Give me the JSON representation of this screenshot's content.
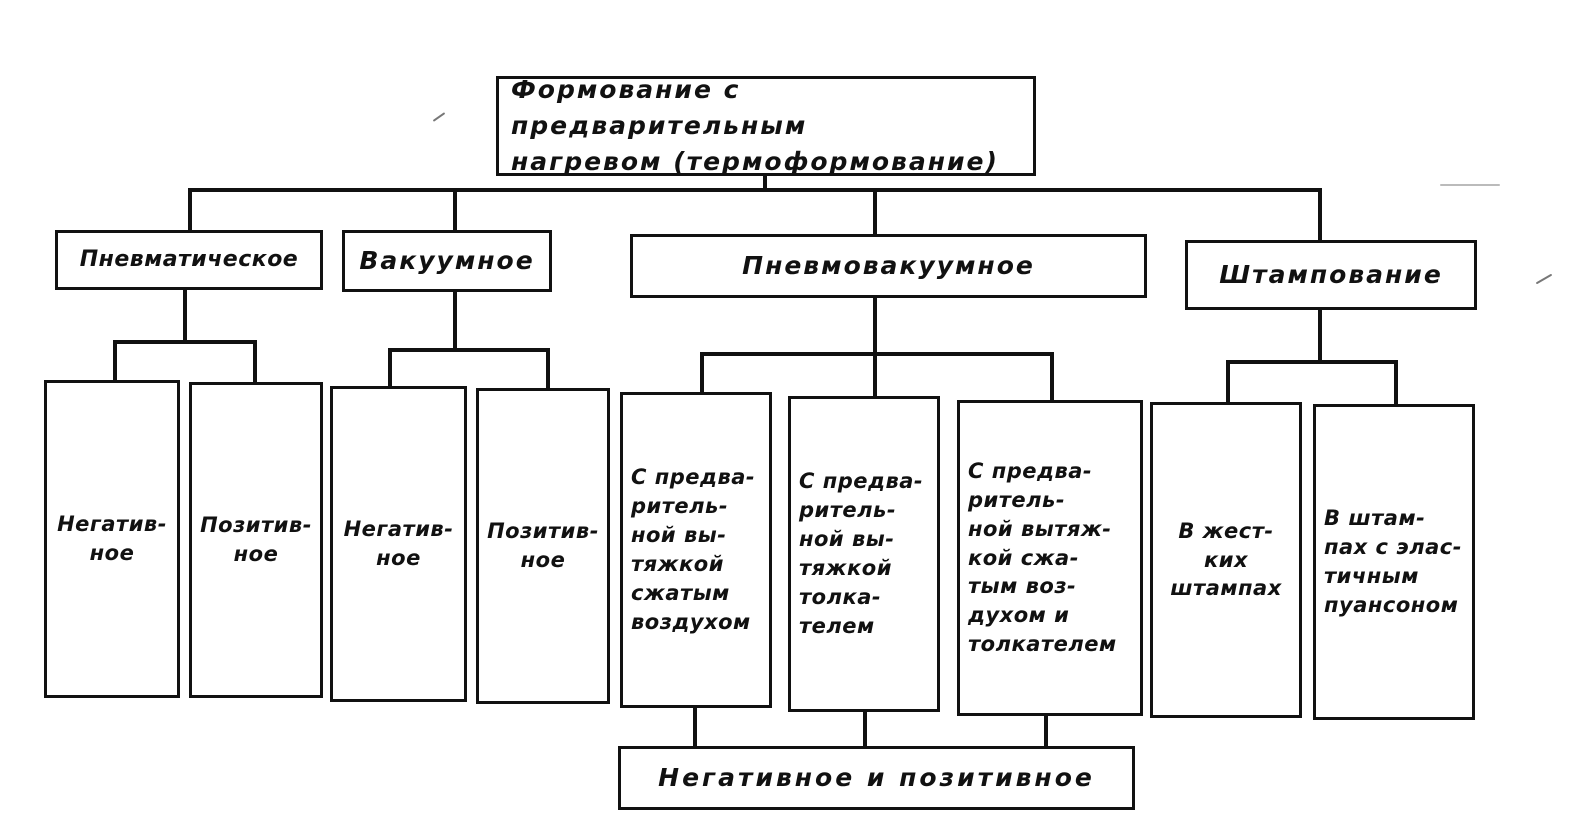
{
  "diagram": {
    "root": "Формование с предварительным\nнагревом (термоформование)",
    "categories": {
      "pneumatic": "Пневматическое",
      "vacuum": "Вакуумное",
      "pneumovacuum": "Пневмовакуумное",
      "stamping": "Штампование"
    },
    "leaves": {
      "pneumatic_negative": "Негатив-\nное",
      "pneumatic_positive": "Позитив-\nное",
      "vacuum_negative": "Негатив-\nное",
      "vacuum_positive": "Позитив-\nное",
      "pv_air": "С предва-\nритель-\nной вы-\nтяжкой\nсжатым\nвоздухом",
      "pv_plunger": "С предва-\nритель-\nной вы-\nтяжкой\nтолка-\nтелем",
      "pv_air_plunger": "С предва-\nритель-\nной вытяж-\nкой сжа-\nтым воз-\nдухом и\nтолкателем",
      "stamp_rigid": "В жест-\nких\nштампах",
      "stamp_elastic": "В штам-\nпах с элас-\nтичным\nпуансоном"
    },
    "bottom": "Негативное и позитивное"
  }
}
